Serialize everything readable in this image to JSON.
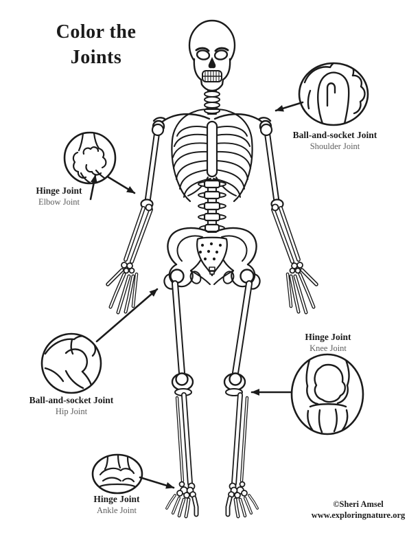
{
  "page": {
    "title_line1": "Color the",
    "title_line2": "Joints",
    "background": "#ffffff",
    "ink_color": "#1b1b1b",
    "secondary_text_color": "#5d5d5d"
  },
  "callouts": [
    {
      "id": "shoulder",
      "joint_type": "Ball-and-socket Joint",
      "joint_name": "Shoulder Joint"
    },
    {
      "id": "elbow",
      "joint_type": "Hinge Joint",
      "joint_name": "Elbow Joint"
    },
    {
      "id": "hip",
      "joint_type": "Ball-and-socket Joint",
      "joint_name": "Hip Joint"
    },
    {
      "id": "knee",
      "joint_type": "Hinge Joint",
      "joint_name": "Knee Joint"
    },
    {
      "id": "ankle",
      "joint_type": "Hinge Joint",
      "joint_name": "Ankle Joint"
    }
  ],
  "credit": {
    "line1": "©Sheri Amsel",
    "line2": "www.exploringnature.org"
  }
}
